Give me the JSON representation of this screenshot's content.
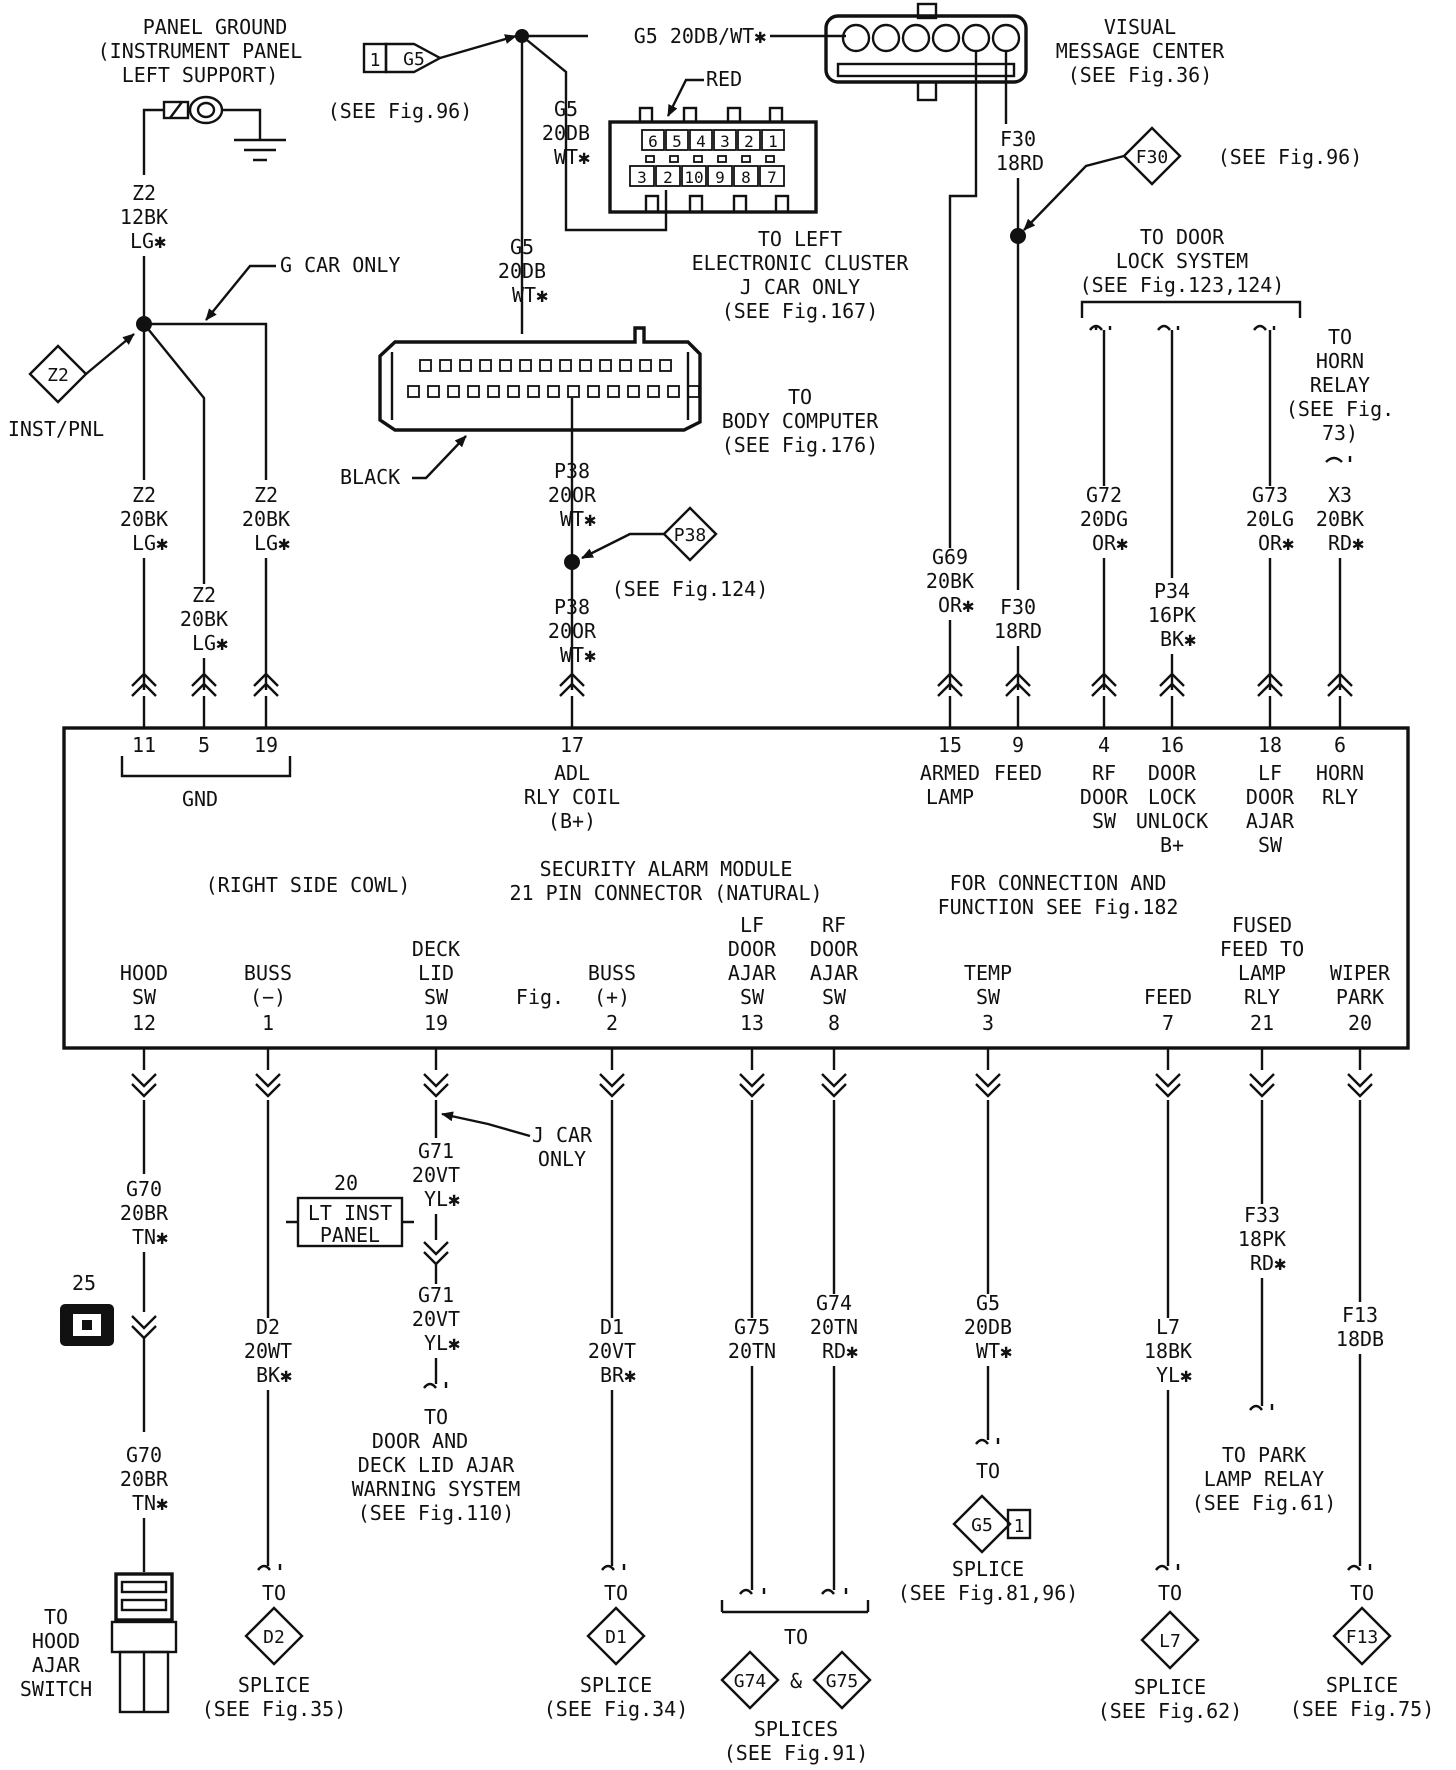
{
  "top": {
    "panel_ground": [
      "PANEL GROUND",
      "(INSTRUMENT PANEL",
      "LEFT SUPPORT)"
    ],
    "visual_message_center": [
      "VISUAL",
      "MESSAGE CENTER",
      "(SEE Fig.36)"
    ],
    "red_label": "RED",
    "black_label": "BLACK",
    "g_car_only": "G CAR ONLY",
    "inst_pnl": "INST/PNL",
    "left_cluster": [
      "TO LEFT",
      "ELECTRONIC CLUSTER",
      "J CAR ONLY",
      "(SEE Fig.167)"
    ],
    "body_computer": [
      "TO",
      "BODY COMPUTER",
      "(SEE Fig.176)"
    ],
    "door_lock_system": [
      "TO DOOR",
      "LOCK SYSTEM",
      "(SEE Fig.123,124)"
    ],
    "horn_relay": [
      "TO",
      "HORN",
      "RELAY",
      "(SEE Fig.",
      "73)"
    ],
    "see_fig_96": "(SEE Fig.96)",
    "see_fig_96b": "(SEE Fig.96)",
    "see_fig_124": "(SEE Fig.124)",
    "g5_top_wire": "G5 20DB/WT✱",
    "ground_pins": [
      "6",
      "5",
      "4",
      "3",
      "2",
      "1"
    ],
    "cluster_pins": [
      "3",
      "2",
      "10",
      "9",
      "8",
      "7"
    ]
  },
  "diamonds": {
    "g5_left": {
      "num": "1",
      "tag": "G5"
    },
    "z2": "Z2",
    "f30": "F30",
    "p38": "P38",
    "g5_bottom": {
      "tag": "G5",
      "num": "1"
    },
    "d2": "D2",
    "d1": "D1",
    "g74": "G74",
    "g75": "G75",
    "l7": "L7",
    "f13": "F13"
  },
  "wire_labels": {
    "z2_top": [
      "Z2",
      "12BK",
      "LG✱"
    ],
    "z2_a": [
      "Z2",
      "20BK",
      "LG✱"
    ],
    "z2_b": [
      "Z2",
      "20BK",
      "LG✱"
    ],
    "z2_c": [
      "Z2",
      "20BK",
      "LG✱"
    ],
    "g5_a": [
      "G5",
      "20DB",
      "WT✱"
    ],
    "g5_b": [
      "G5",
      "20DB",
      "WT✱"
    ],
    "p38_a": [
      "P38",
      "20OR",
      "WT✱"
    ],
    "p38_b": [
      "P38",
      "20OR",
      "WT✱"
    ],
    "f30_a": [
      "F30",
      "18RD"
    ],
    "f30_b": [
      "F30",
      "18RD"
    ],
    "g69": [
      "G69",
      "20BK",
      "OR✱"
    ],
    "g72": [
      "G72",
      "20DG",
      "OR✱"
    ],
    "p34": [
      "P34",
      "16PK",
      "BK✱"
    ],
    "g73": [
      "G73",
      "20LG",
      "OR✱"
    ],
    "x3": [
      "X3",
      "20BK",
      "RD✱"
    ],
    "g70_a": [
      "G70",
      "20BR",
      "TN✱"
    ],
    "g70_b": [
      "G70",
      "20BR",
      "TN✱"
    ],
    "d2": [
      "D2",
      "20WT",
      "BK✱"
    ],
    "g71_a": [
      "G71",
      "20VT",
      "YL✱"
    ],
    "g71_b": [
      "G71",
      "20VT",
      "YL✱"
    ],
    "d1": [
      "D1",
      "20VT",
      "BR✱"
    ],
    "g75": [
      "G75",
      "20TN"
    ],
    "g74": [
      "G74",
      "20TN",
      "RD✱"
    ],
    "g5_c": [
      "G5",
      "20DB",
      "WT✱"
    ],
    "l7": [
      "L7",
      "18BK",
      "YL✱"
    ],
    "f33": [
      "F33",
      "18PK",
      "RD✱"
    ],
    "f13": [
      "F13",
      "18DB"
    ]
  },
  "module": {
    "top_pins": [
      {
        "num": "11",
        "label": []
      },
      {
        "num": "5",
        "label": []
      },
      {
        "num": "19",
        "label": []
      },
      {
        "num": "17",
        "label": [
          "ADL",
          "RLY COIL",
          "(B+)"
        ]
      },
      {
        "num": "15",
        "label": [
          "ARMED",
          "LAMP"
        ]
      },
      {
        "num": "9",
        "label": [
          "FEED"
        ]
      },
      {
        "num": "4",
        "label": [
          "RF",
          "DOOR",
          "SW"
        ]
      },
      {
        "num": "16",
        "label": [
          "DOOR",
          "LOCK",
          "UNLOCK",
          "B+"
        ]
      },
      {
        "num": "18",
        "label": [
          "LF",
          "DOOR",
          "AJAR",
          "SW"
        ]
      },
      {
        "num": "6",
        "label": [
          "HORN",
          "RLY"
        ]
      }
    ],
    "gnd": "GND",
    "location": "(RIGHT SIDE COWL)",
    "name": [
      "SECURITY ALARM MODULE",
      "21 PIN CONNECTOR (NATURAL)"
    ],
    "connection_note": [
      "FOR CONNECTION AND",
      "FUNCTION SEE Fig.182"
    ],
    "fig_word": "Fig.",
    "bottom_pins": [
      {
        "num": "12",
        "label": [
          "HOOD",
          "SW"
        ]
      },
      {
        "num": "1",
        "label": [
          "BUSS",
          "(−)"
        ]
      },
      {
        "num": "19",
        "label": [
          "DECK",
          "LID",
          "SW"
        ]
      },
      {
        "num": "2",
        "label": [
          "BUSS",
          "(+)"
        ]
      },
      {
        "num": "13",
        "label": [
          "LF",
          "DOOR",
          "AJAR",
          "SW"
        ]
      },
      {
        "num": "8",
        "label": [
          "RF",
          "DOOR",
          "AJAR",
          "SW"
        ]
      },
      {
        "num": "3",
        "label": [
          "TEMP",
          "SW"
        ]
      },
      {
        "num": "7",
        "label": [
          "FEED"
        ]
      },
      {
        "num": "21",
        "label": [
          "FUSED",
          "FEED TO",
          "LAMP",
          "RLY"
        ]
      },
      {
        "num": "20",
        "label": [
          "WIPER",
          "PARK"
        ]
      }
    ]
  },
  "bottom": {
    "j_car_only": [
      "J CAR",
      "ONLY"
    ],
    "lt_inst_panel": {
      "num": "20",
      "lines": [
        "LT INST",
        "PANEL"
      ]
    },
    "hood_box": "25",
    "hood_switch": [
      "TO",
      "HOOD",
      "AJAR",
      "SWITCH"
    ],
    "deck_lid": [
      "TO",
      "DOOR AND",
      "DECK LID AJAR",
      "WARNING SYSTEM",
      "(SEE Fig.110)"
    ],
    "park_lamp": [
      "TO PARK",
      "LAMP RELAY",
      "(SEE Fig.61)"
    ],
    "to": "TO",
    "to_g5": "TO",
    "to_d1": "TO",
    "to_g7475": "TO",
    "to_l7": "TO",
    "to_f13": "TO",
    "splice_d2": [
      "SPLICE",
      "(SEE Fig.35)"
    ],
    "splice_d1": [
      "SPLICE",
      "(SEE Fig.34)"
    ],
    "splice_g5": [
      "SPLICE",
      "(SEE Fig.81,96)"
    ],
    "amp": "&",
    "splices_g7475": [
      "SPLICES",
      "(SEE Fig.91)"
    ],
    "splice_l7": [
      "SPLICE",
      "(SEE Fig.62)"
    ],
    "splice_f13": [
      "SPLICE",
      "(SEE Fig.75)"
    ]
  }
}
